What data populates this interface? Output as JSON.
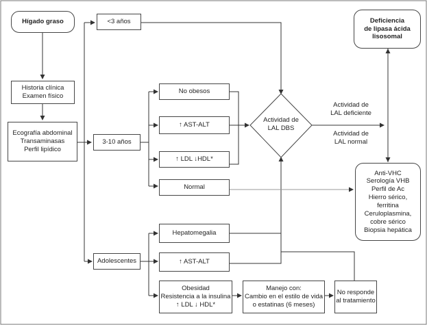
{
  "nodes": {
    "higado": "Hígado graso",
    "historia": "Historia clínica\nExamen físico",
    "ecografia": "Ecografía abdominal\nTransaminasas\nPerfil lipídico",
    "menos3": "<3 años",
    "tres10": "3-10 años",
    "adolescentes": "Adolescentes",
    "no_obesos": "No obesos",
    "ast_alt_1": "↑ AST-ALT",
    "ldl_hdl": "↑ LDL ↓HDL*",
    "normal": "Normal",
    "hepatomegalia": "Hepatomegalia",
    "ast_alt_2": "↑ AST-ALT",
    "obesidad": "Obesidad\nResistencia a la insulina\n↑ LDL ↓ HDL*",
    "manejo": "Manejo con:\nCambio en el estilo de vida\no estatinas (6 meses)",
    "no_responde": "No responde\nal tratamiento",
    "actividad_dbs": "Actividad de\nLAL DBS",
    "deficiencia": "Deficiencia\nde lipasa ácida\nlisosomal",
    "tests": "Anti-VHC\nSerología VHB\nPerfil de Ac\nHierro sérico,\nferritina\nCeruloplasmina,\ncobre sérico\nBiopsia hepática"
  },
  "edge_labels": {
    "deficiente": "Actividad de\nLAL deficiente",
    "normal": "Actividad de\nLAL normal"
  }
}
